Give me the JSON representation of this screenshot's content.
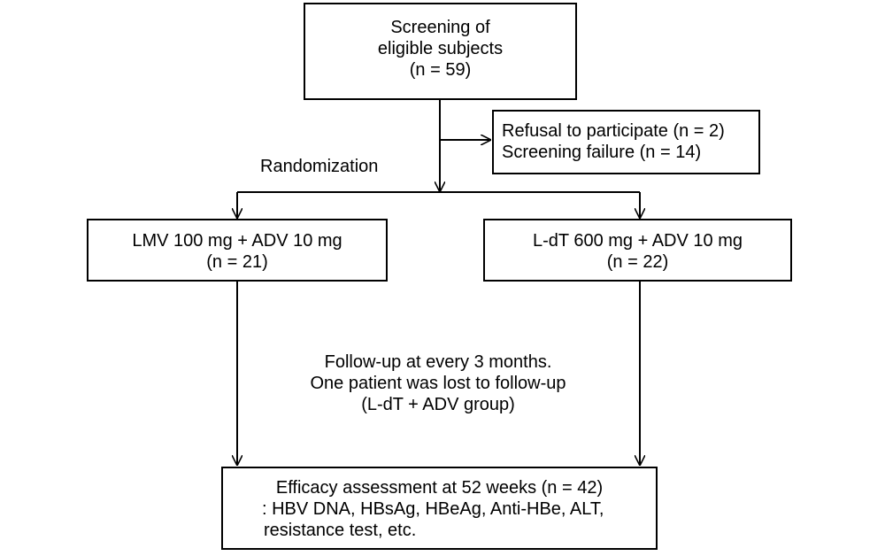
{
  "screening": {
    "line1": "Screening of",
    "line2": "eligible subjects",
    "line3": "(n = 59)"
  },
  "exclusion": {
    "line1": "Refusal to participate (n = 2)",
    "line2": "Screening failure (n = 14)"
  },
  "randomization_label": "Randomization",
  "arm_lmv": {
    "line1": "LMV 100 mg + ADV 10 mg",
    "line2": "(n = 21)"
  },
  "arm_ldt": {
    "line1": "L-dT 600 mg + ADV 10 mg",
    "line2": "(n = 22)"
  },
  "followup": {
    "line1": "Follow-up at every 3 months.",
    "line2": "One patient was lost to follow-up",
    "line3": "(L-dT + ADV group)"
  },
  "assessment": {
    "line1": "Efficacy assessment at 52 weeks (n = 42)",
    "line2": ": HBV DNA, HBsAg, HBeAg, Anti-HBe,  ALT,",
    "line3": "resistance test, etc."
  }
}
